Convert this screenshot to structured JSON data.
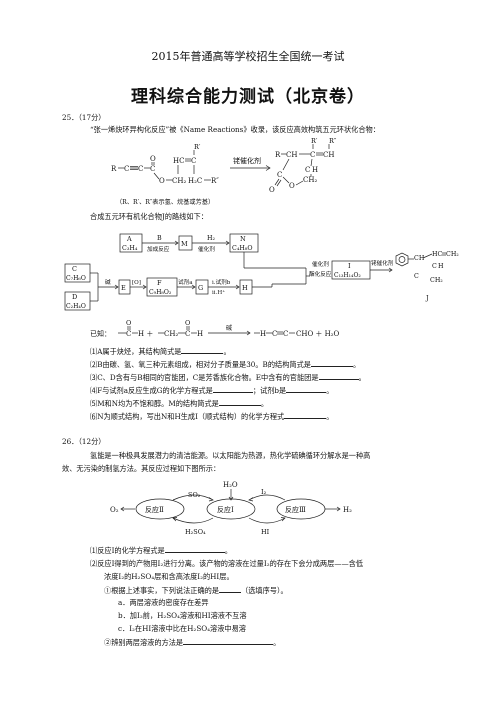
{
  "header": {
    "exam_title": "2015年普通高等学校招生全国统一考试",
    "paper_title": "理科综合能力测试（北京卷）"
  },
  "q25": {
    "number": "25．（17分）",
    "intro": "“张一烯炔环异构化反应”被《Name Reactions》收录，该反应高效构筑五元环状化合物：",
    "catalyst_label": "铑催化剂",
    "substituent_note": "（R、R′、R″表示氢、烷基或芳基）",
    "route_intro": "合成五元环有机化合物J的路线如下：",
    "route": {
      "A_name": "A",
      "A_formula": "C₃H₄",
      "B_name": "B",
      "B_label": "加成反应",
      "M_name": "M",
      "H2": "H₂",
      "H2_cond": "催化剂",
      "N_name": "N",
      "N_formula": "C₄H₈O",
      "cat_cond": "催化剂",
      "cat_cond2": "酯化反应",
      "I_name": "I",
      "I_formula": "C₁₃H₁₄O₂",
      "rh_cond": "铑催化剂",
      "C_name": "C",
      "C_formula": "C₇H₆O",
      "D_name": "D",
      "D_formula": "C₂H₄O",
      "base": "碱",
      "E_name": "E",
      "O_cond": "[O]",
      "F_name": "F",
      "F_formula": "C₉H₈O₂",
      "reagent_a": "试剂a",
      "G_name": "G",
      "reagent_b1": "i.试剂b",
      "reagent_b2": "ii.H⁺",
      "H_name": "H",
      "J_name": "J"
    },
    "known_label": "已知：",
    "known_base": "碱",
    "known_product": "CHO ＋ H₂O",
    "items": [
      "⑴A属于炔烃，其结构简式是",
      "⑵B由碳、氢、氧三种元素组成，相对分子质量是30。B的结构简式是",
      "⑶C、D含有与B相同的官能团，C是芳香族化合物。E中含有的官能团是",
      "⑷F与试剂a反应生成G的化学方程式是",
      "；试剂b是",
      "⑸M和N均为不饱和醇。M的结构简式是",
      "⑹N为顺式结构，写出N和H生成I（顺式结构）的化学方程式"
    ]
  },
  "q26": {
    "number": "26．（12分）",
    "intro_line1": "氢能是一种极具发展潜力的清洁能源。以太阳能为热源，热化学硫碘循环分解水是一种高",
    "intro_line2": "效、无污染的制氢方法。其反应过程如下图所示：",
    "diagram": {
      "H2O": "H₂O",
      "SO2": "SO₂",
      "I2": "I₂",
      "O2": "O₂",
      "H2": "H₂",
      "H2SO4": "H₂SO₄",
      "HI": "HI",
      "reaction1": "反应Ⅰ",
      "reaction2": "反应Ⅱ",
      "reaction3": "反应Ⅲ"
    },
    "items": [
      "⑴反应Ⅰ的化学方程式是",
      "⑵反应Ⅰ得到的产物用I₂进行分离。该产物的溶液在过量I₂的存在下会分成两层——含低",
      "浓度I₂的H₂SO₄层和含高浓度I₂的HI层。",
      "①根据上述事实，下列说法正确的是",
      "（选填序号）。",
      "a．两层溶液的密度存在差异",
      "b．加I₂前，H₂SO₄溶液和HI溶液不互溶",
      "c．I₂在HI溶液中比在H₂SO₄溶液中易溶",
      "②辨别两层溶液的方法是"
    ]
  }
}
